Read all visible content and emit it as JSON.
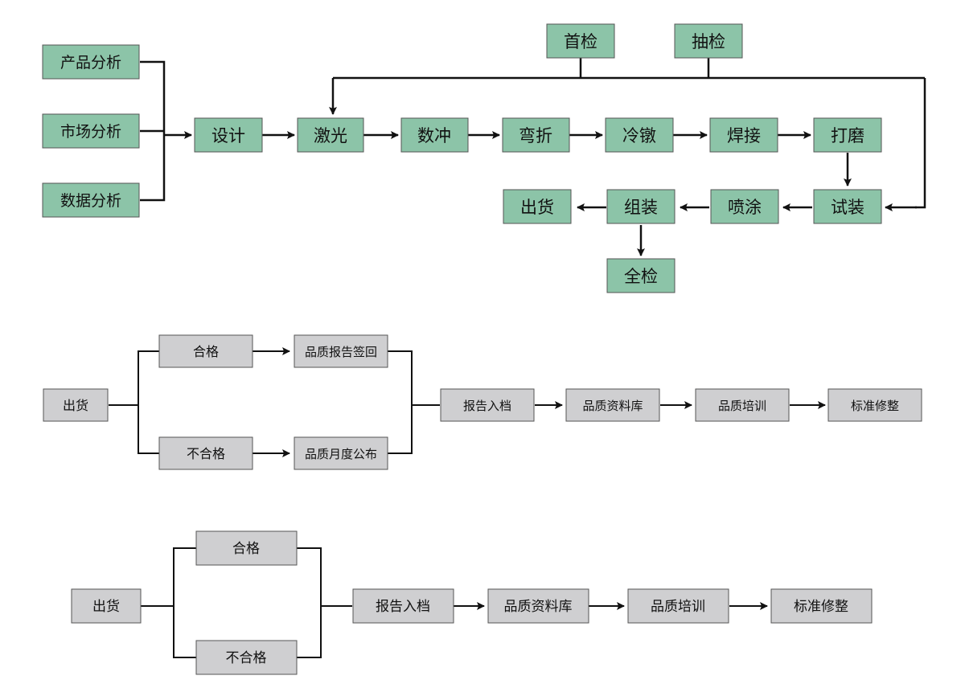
{
  "colors": {
    "green_box": "#8cc4a8",
    "gray_box": "#cfcfd1",
    "box_border": "#555555",
    "line": "#111111"
  },
  "flow_main": {
    "product_analysis": "产品分析",
    "market_analysis": "市场分析",
    "data_analysis": "数据分析",
    "design": "设计",
    "first_inspection": "首检",
    "sampling_inspection": "抽检",
    "laser": "激光",
    "cnc_punch": "数冲",
    "bending": "弯折",
    "cold_heading": "冷镦",
    "welding": "焊接",
    "grinding": "打磨",
    "trial_assembly": "试装",
    "spraying": "喷涂",
    "assembly": "组装",
    "shipment": "出货",
    "full_inspection": "全检"
  },
  "flow_quality_1": {
    "shipment": "出货",
    "qualified": "合格",
    "unqualified": "不合格",
    "report_signback": "品质报告签回",
    "monthly_publish": "品质月度公布",
    "report_archive": "报告入档",
    "quality_database": "品质资料库",
    "quality_training": "品质培训",
    "standard_revision": "标准修整"
  },
  "flow_quality_2": {
    "shipment": "出货",
    "qualified": "合格",
    "unqualified": "不合格",
    "report_archive": "报告入档",
    "quality_database": "品质资料库",
    "quality_training": "品质培训",
    "standard_revision": "标准修整"
  }
}
